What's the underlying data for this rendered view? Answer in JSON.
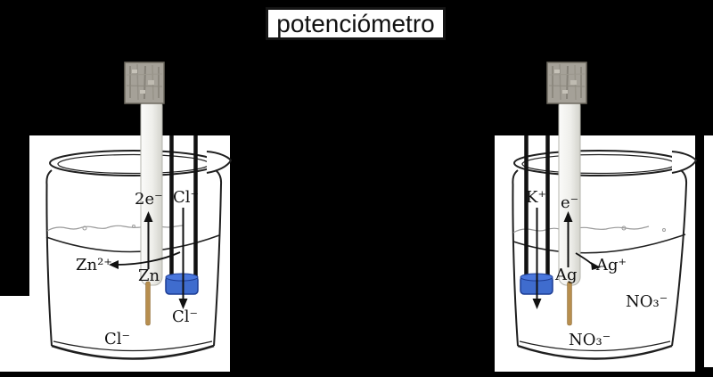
{
  "title": {
    "text": "potenciómetro"
  },
  "left_cell": {
    "electron_label": "2e⁻",
    "bridge_anion_top": "Cl⁻",
    "bridge_anion_bottom": "Cl⁻",
    "cation_label": "Zn²⁺",
    "electrode_label": "Zn",
    "solution_anion": "Cl⁻"
  },
  "right_cell": {
    "bridge_cation": "K⁺",
    "electron_label": "e⁻",
    "cation_label": "Ag⁺",
    "electrode_label": "Ag",
    "solution_anion_mid": "NO₃⁻",
    "solution_anion_bottom": "NO₃⁻"
  },
  "colors": {
    "background": "#000000",
    "panel": "#ffffff",
    "ink": "#1f1f1f",
    "porous_plug_fill": "#3f6cce",
    "porous_plug_edge": "#1c3c94",
    "electrode_wire": "#b78e4e",
    "clamp_gray": "#a5a198"
  }
}
